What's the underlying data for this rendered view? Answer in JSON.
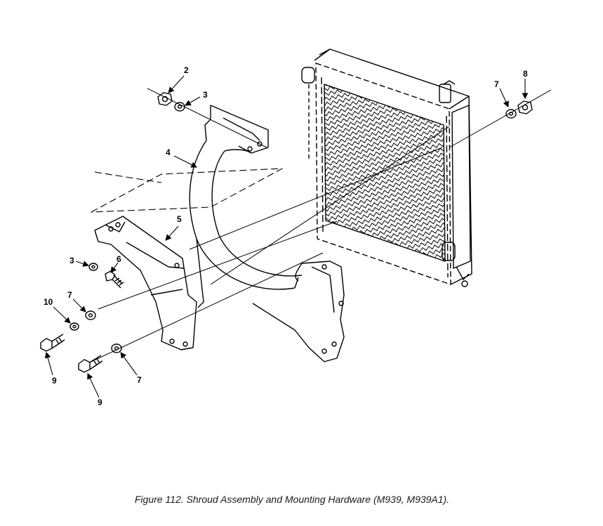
{
  "figure": {
    "caption": "Figure 112.  Shroud Assembly and Mounting Hardware (M939, M939A1).",
    "callouts": {
      "c2": "2",
      "c3_top": "3",
      "c4": "4",
      "c5": "5",
      "c3_left": "3",
      "c6": "6",
      "c7_left": "7",
      "c10": "10",
      "c9_left": "9",
      "c7_bottom": "7",
      "c9_bottom": "9",
      "c7_right": "7",
      "c8": "8"
    }
  }
}
